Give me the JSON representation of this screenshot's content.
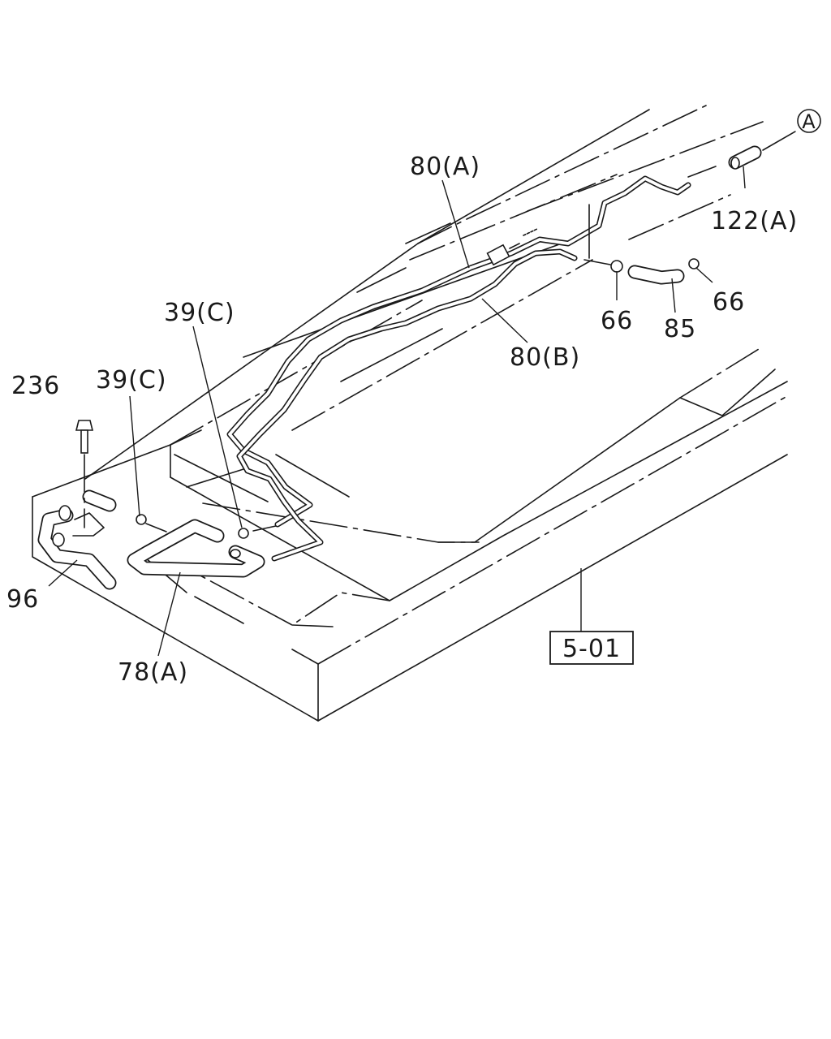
{
  "callouts": {
    "part_80a": "80(A)",
    "part_80b": "80(B)",
    "part_122a": "122(A)",
    "part_66_left": "66",
    "part_66_right": "66",
    "part_85": "85",
    "part_39c_upper": "39(C)",
    "part_39c_lower": "39(C)",
    "part_236": "236",
    "part_96": "96",
    "part_78a": "78(A)",
    "section_ref": "5-01",
    "circle_ref": "A"
  }
}
